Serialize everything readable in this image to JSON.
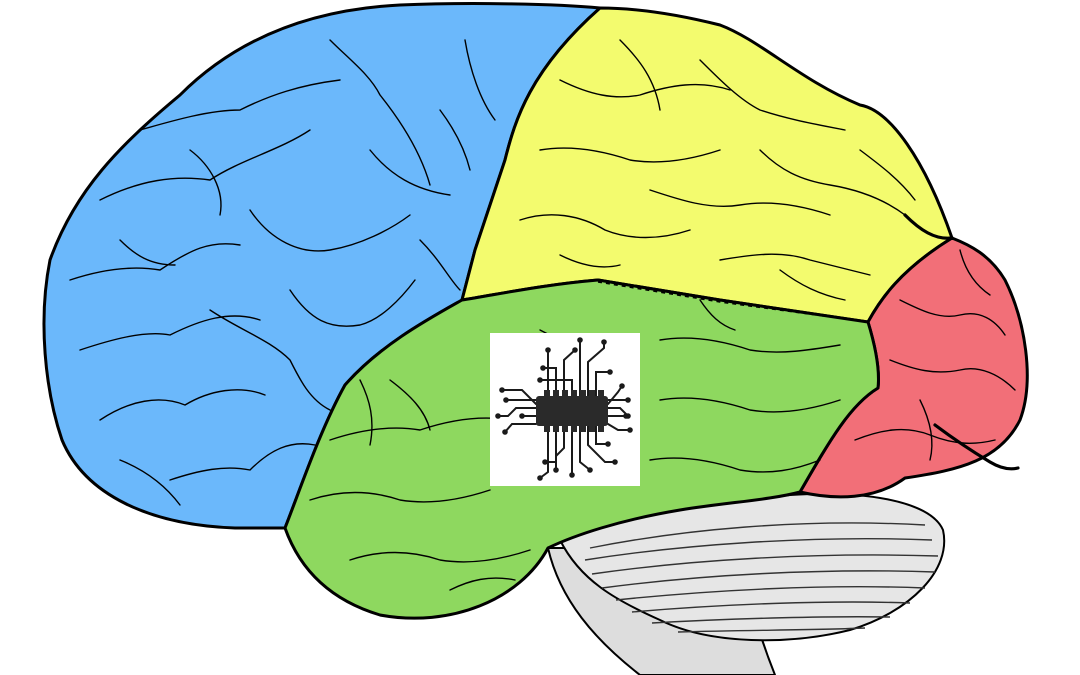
{
  "lobes": [
    {
      "id": "frontal",
      "fill": "#6BB8FB"
    },
    {
      "id": "parietal",
      "fill": "#F3FB6E"
    },
    {
      "id": "temporal",
      "fill": "#8ED85F"
    },
    {
      "id": "occipital",
      "fill": "#F26F78"
    },
    {
      "id": "cerebellum",
      "fill": "#E6E6E6"
    },
    {
      "id": "brainstem",
      "fill": "#DDDDDD"
    }
  ],
  "outline_color": "#000000",
  "chip": {
    "icon": "microchip-icon",
    "background": "#FFFFFF",
    "body_color": "#2A2A2A",
    "trace_color": "#1A1A1A"
  }
}
